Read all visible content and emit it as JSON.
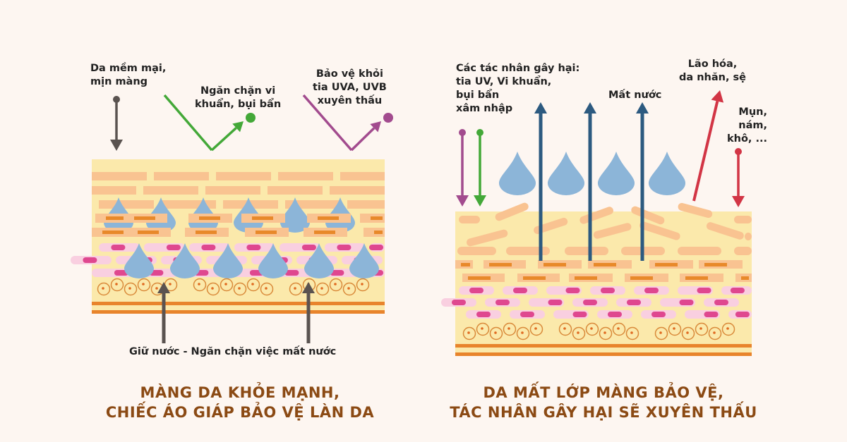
{
  "colors": {
    "background": "#fdf6f1",
    "skin_base": "#fbe9ab",
    "brick": "#f9c391",
    "brick_core": "#e8892a",
    "cell": "#f9cfe0",
    "cell_nucleus": "#df478f",
    "fat_cell": "#d98a3a",
    "base_line": "#e8842c",
    "water": "#8cb5d8",
    "arrow_gray": "#5a5350",
    "arrow_green": "#43a838",
    "arrow_purple": "#a24b8e",
    "arrow_blue": "#2c5a80",
    "arrow_red": "#d23545",
    "title": "#8b4a14"
  },
  "left": {
    "label_soft": "Da mềm mại,\nmịn màng",
    "label_bacteria": "Ngăn chặn vi\nkhuẩn, bụi bẩn",
    "label_uv": "Bảo vệ khỏi\ntia UVA, UVB\nxuyên thấu",
    "label_water": "Giữ nước - Ngăn chặn việc mất nước",
    "title_line1": "MÀNG DA KHỎE MẠNH,",
    "title_line2": "CHIẾC ÁO GIÁP BẢO VỆ LÀN DA"
  },
  "right": {
    "label_agents": "Các tác nhân gây hại:\ntia UV, Vi khuẩn,\nbụi bẩn\nxâm nhập",
    "label_water_loss": "Mất nước",
    "label_aging": "Lão hóa,\nda nhăn, sệ",
    "label_acne": "Mụn,\nnám,\nkhô, ...",
    "title_line1": "DA MẤT LỚP MÀNG BẢO VỆ,",
    "title_line2": "TÁC NHÂN GÂY HẠI SẼ XUYÊN THẤU"
  }
}
